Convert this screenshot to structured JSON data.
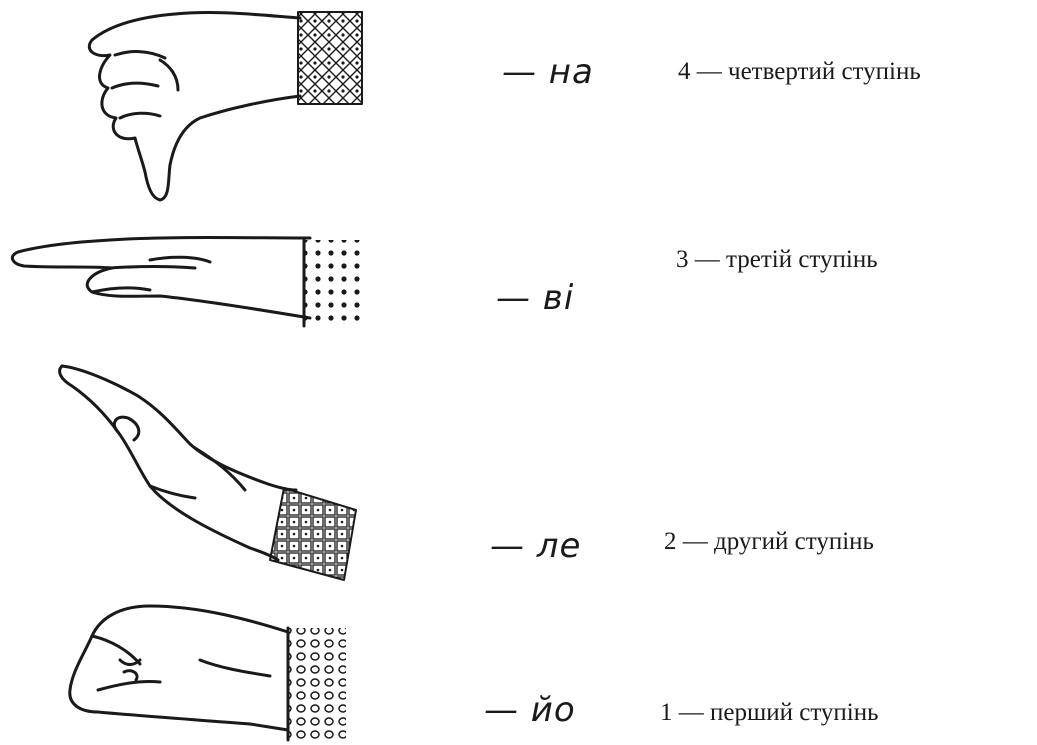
{
  "rows": [
    {
      "syllable": "— на",
      "step": "4 — четвертий ступінь"
    },
    {
      "syllable": "— ві",
      "step": "3 — третій ступінь"
    },
    {
      "syllable": "— ле",
      "step": "2 — другий ступінь"
    },
    {
      "syllable": "— йо",
      "step": "1 — перший ступінь"
    }
  ]
}
